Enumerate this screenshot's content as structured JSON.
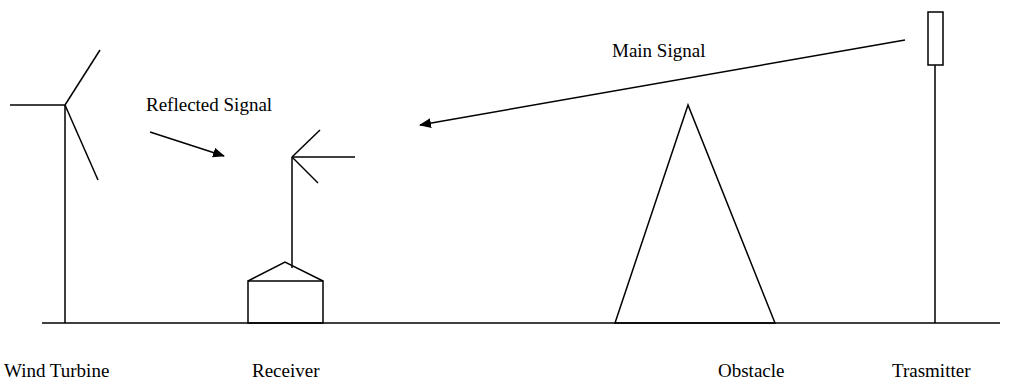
{
  "diagram": {
    "labels": [
      "Main Signal",
      "Reflected Signal",
      "Wind Turbine",
      "Receiver",
      "Obstacle",
      "Trasmitter"
    ]
  }
}
